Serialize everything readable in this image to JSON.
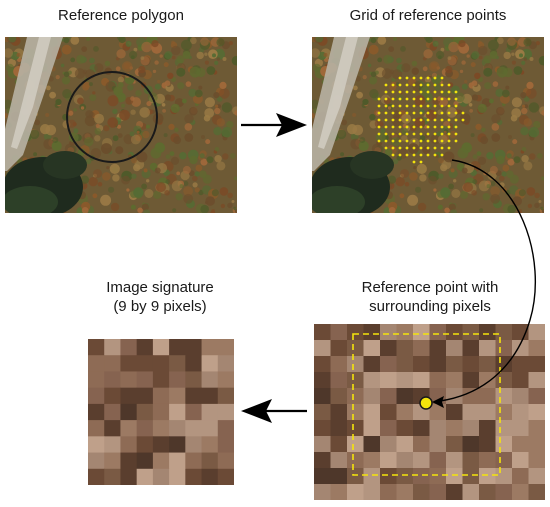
{
  "labels": {
    "reference_polygon": "Reference polygon",
    "grid_of_points": "Grid of reference points",
    "image_signature_line1": "Image signature",
    "image_signature_line2": "(9 by 9 pixels)",
    "reference_point_line1": "Reference point with",
    "reference_point_line2": "surrounding pixels"
  },
  "signature": {
    "rows": 9,
    "cols": 9
  },
  "colors": {
    "circle_outline": "#1a1a1a",
    "point_fill": "#f4e40c",
    "point_outline": "#1a1a1a",
    "dashed_box": "#f4e40c",
    "arrow": "#000000"
  },
  "icons": [
    "right-arrow-icon",
    "left-arrow-icon",
    "curved-arrow-icon"
  ]
}
